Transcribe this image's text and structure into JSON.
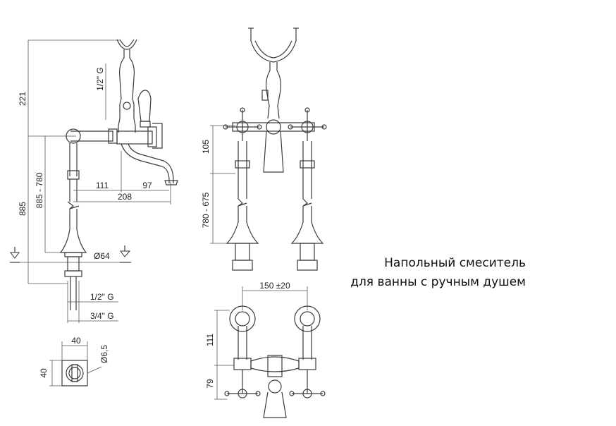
{
  "caption": {
    "line1": "Напольный смеситель",
    "line2": "для ванны с ручным душем"
  },
  "side_view": {
    "dim_221": "221",
    "dim_half_g_top": "1/2\" G",
    "dim_885_780": "885 - 780",
    "dim_885": "885",
    "dim_111": "111",
    "dim_97": "97",
    "dim_208": "208",
    "dim_d64": "Ø64",
    "dim_half_g_bottom": "1/2\" G",
    "dim_three_quarter_g": "3/4\" G"
  },
  "plan_small": {
    "dim_40_top": "40",
    "dim_d6_5": "Ø6,5",
    "dim_40_side": "40"
  },
  "front_view": {
    "dim_105": "105",
    "dim_780_675": "780 - 675"
  },
  "top_view": {
    "dim_150": "150 ±20",
    "dim_111": "111",
    "dim_79": "79"
  }
}
